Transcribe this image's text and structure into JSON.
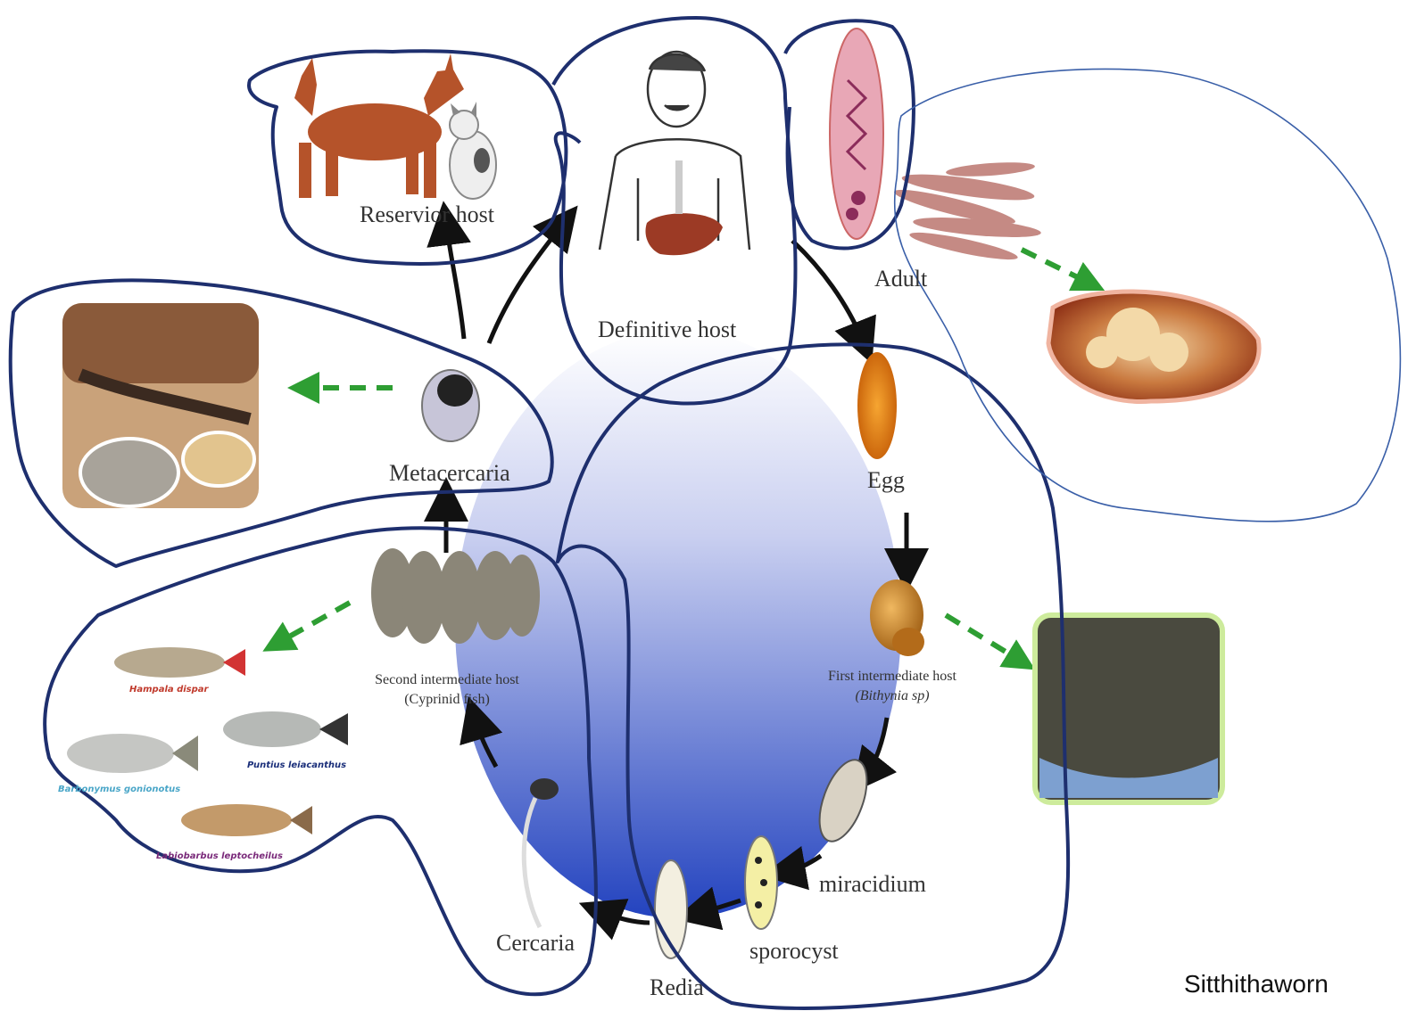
{
  "stages": {
    "reservoir_host": "Reservior host",
    "definitive_host": "Definitive host",
    "adult": "Adult",
    "egg": "Egg",
    "first_host_line1": "First intermediate host",
    "first_host_line2": "(Bithynia sp)",
    "miracidium": "miracidium",
    "sporocyst": "sporocyst",
    "redia": "Redia",
    "cercaria": "Cercaria",
    "second_host_line1": "Second intermediate host",
    "second_host_line2": "(Cyprinid fish)",
    "metacercaria": "Metacercaria"
  },
  "fish_species": {
    "hampala": "Hampala dispar",
    "puntius": "Puntius leiacanthus",
    "barbonymus": "Barbonymus gonionotus",
    "labiobarbus": "Labiobarbus leptocheilus"
  },
  "citation": "Sitthithaworn",
  "colors": {
    "cycle_dark": "#2f4fb8",
    "cycle_light": "#ffffff",
    "ink": "#1e2f6e",
    "arrow": "#111111",
    "green_arrow": "#2e9e33",
    "thin_outline": "#3a5fa8"
  }
}
